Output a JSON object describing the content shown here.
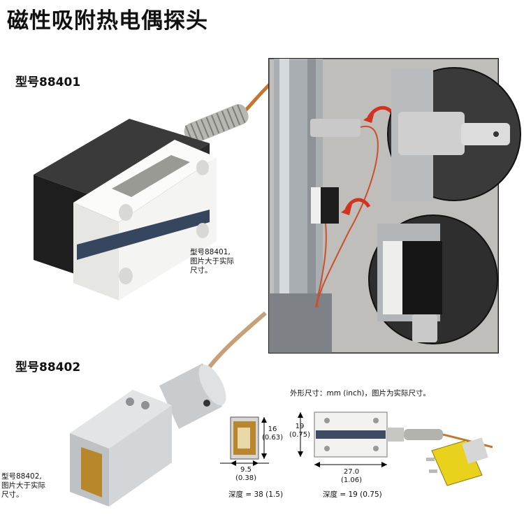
{
  "page_title": "磁性吸附热电偶探头",
  "model_a": {
    "label": "型号88401",
    "caption_lines": [
      "型号88401,",
      "图片大于实际",
      "尺寸。"
    ]
  },
  "model_b": {
    "label": "型号88402",
    "caption_lines": [
      "型号88402,",
      "图片大于实际",
      "尺寸。"
    ]
  },
  "dimension_note": "外形尺寸：mm (inch)，图片为实际尺寸。",
  "dims": {
    "small_height": [
      "16",
      "(0.63)"
    ],
    "small_width": [
      "9.5",
      "(0.38)"
    ],
    "small_depth": "深度 = 38 (1.5)",
    "large_height": [
      "19",
      "(0.75)"
    ],
    "large_width": [
      "27.0",
      "(1.06)"
    ],
    "large_depth": "深度 = 19 (0.75)"
  },
  "colors": {
    "cable": "#c8732f",
    "magnet_black": "#1e1e1e",
    "ptfe_white": "#f4f4f2",
    "pipe_steel": "#a9aeb3",
    "connector_yellow": "#e9d21c",
    "arrow_red": "#d2321e"
  }
}
